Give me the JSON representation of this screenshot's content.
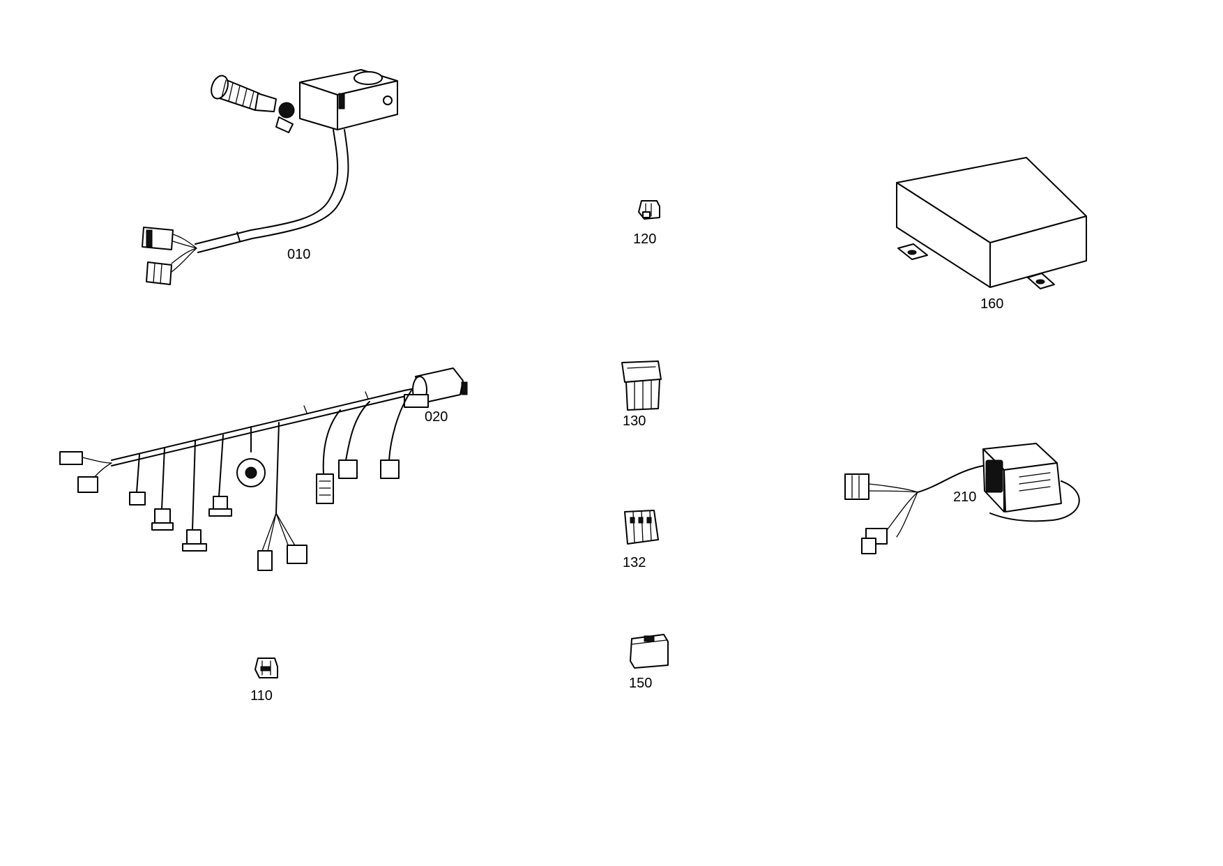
{
  "parts": [
    {
      "id": "p010",
      "label": "010",
      "name": "joystick switch with harness"
    },
    {
      "id": "p020",
      "label": "020",
      "name": "wiring harness"
    },
    {
      "id": "p110",
      "label": "110",
      "name": "connector"
    },
    {
      "id": "p120",
      "label": "120",
      "name": "connector"
    },
    {
      "id": "p130",
      "label": "130",
      "name": "connector"
    },
    {
      "id": "p132",
      "label": "132",
      "name": "connector"
    },
    {
      "id": "p150",
      "label": "150",
      "name": "connector housing"
    },
    {
      "id": "p160",
      "label": "160",
      "name": "control box"
    },
    {
      "id": "p210",
      "label": "210",
      "name": "lamp with harness"
    }
  ]
}
